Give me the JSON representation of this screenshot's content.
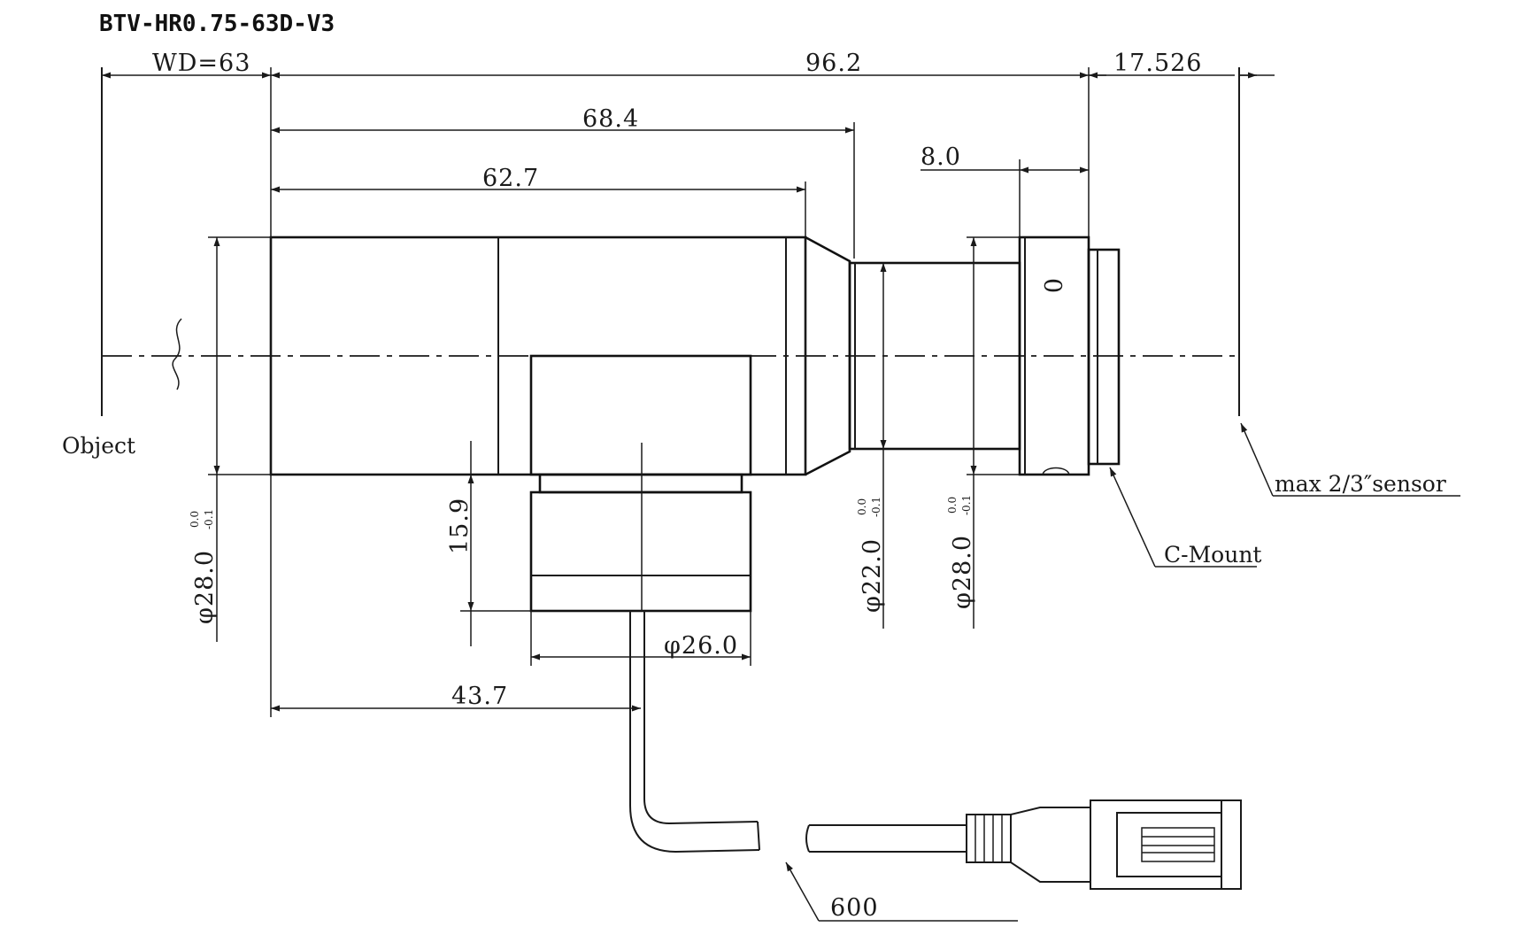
{
  "title": "BTV-HR0.75-63D-V3",
  "dimensions": {
    "wd": "WD=63",
    "overall_length": "96.2",
    "flange_distance": "17.526",
    "barrel_length": "68.4",
    "body_length": "62.7",
    "mount_length": "8.0",
    "port_height": "15.9",
    "port_diameter": "φ26.0",
    "port_position": "43.7",
    "cable_length": "600"
  },
  "diameters": {
    "front": {
      "value": "φ28.0",
      "tol_upper": "0.0",
      "tol_lower": "-0.1"
    },
    "neck": {
      "value": "φ22.0",
      "tol_upper": "0.0",
      "tol_lower": "-0.1"
    },
    "rear": {
      "value": "φ28.0",
      "tol_upper": "0.0",
      "tol_lower": "-0.1"
    }
  },
  "labels": {
    "object": "Object",
    "sensor": "max 2/3″sensor",
    "mount": "C-Mount",
    "screw_mark": "0"
  }
}
